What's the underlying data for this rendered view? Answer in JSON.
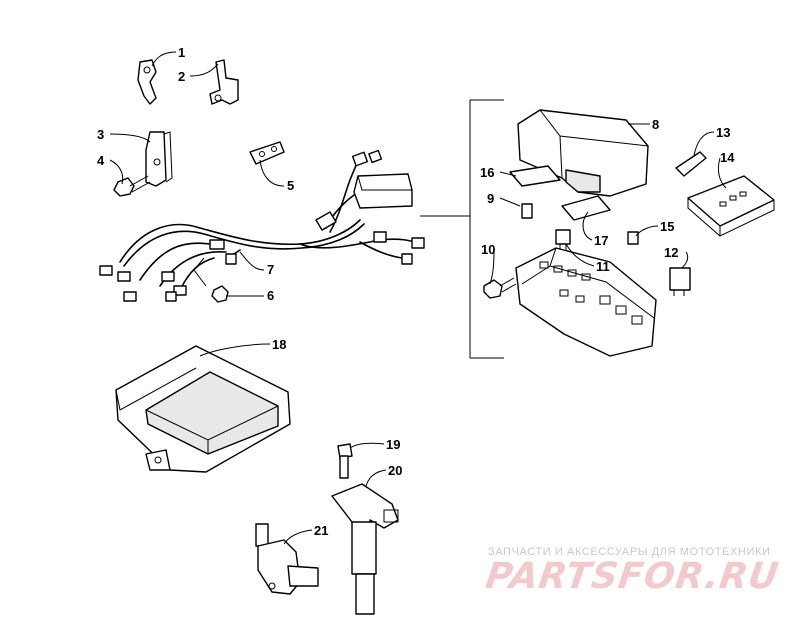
{
  "diagram": {
    "callouts": [
      "1",
      "2",
      "3",
      "4",
      "5",
      "6",
      "7",
      "8",
      "9",
      "10",
      "11",
      "12",
      "13",
      "14",
      "15",
      "16",
      "17",
      "18",
      "19",
      "20",
      "21"
    ]
  },
  "watermark": {
    "caption": "ЗАПЧАСТИ И АКСЕССУАРЫ ДЛЯ МОТОТЕХНИКИ",
    "logo": "PARTSFOR.RU",
    "color": "#f3c9cc"
  }
}
